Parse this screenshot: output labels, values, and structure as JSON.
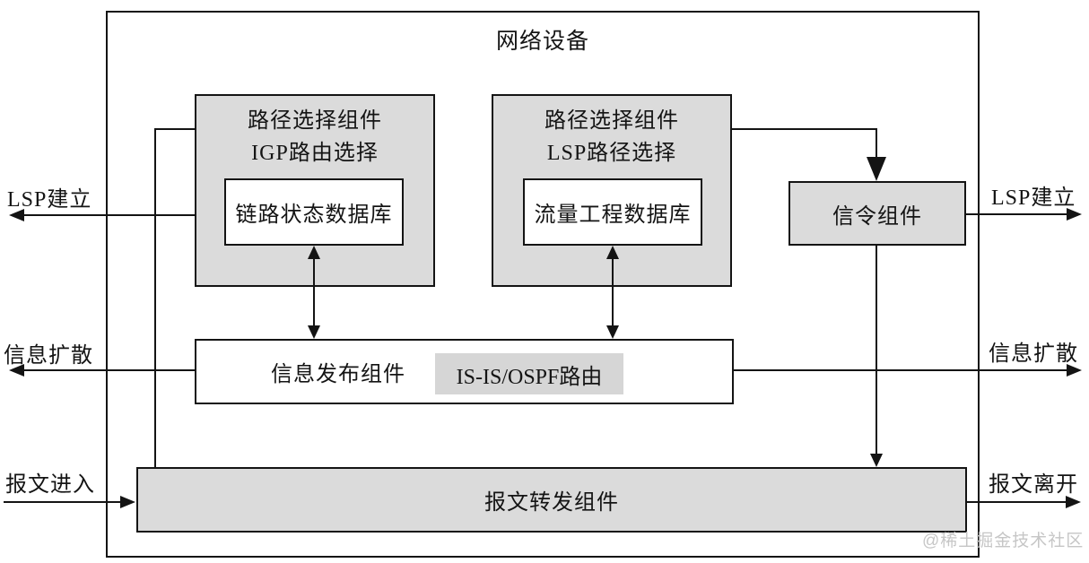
{
  "title": "网络设备",
  "boxes": {
    "igp": {
      "line1": "路径选择组件",
      "line2": "IGP路由选择",
      "db": "链路状态数据库"
    },
    "lsp": {
      "line1": "路径选择组件",
      "line2": "LSP路径选择",
      "db": "流量工程数据库"
    },
    "signaling": {
      "label": "信令组件"
    },
    "distribution": {
      "label": "信息发布组件",
      "tag": "IS-IS/OSPF路由"
    },
    "forwarding": {
      "label": "报文转发组件"
    }
  },
  "edges": {
    "lsp_setup_left": "LSP建立",
    "lsp_setup_right": "LSP建立",
    "info_flood_left": "信息扩散",
    "info_flood_right": "信息扩散",
    "packet_in": "报文进入",
    "packet_out": "报文离开"
  },
  "watermark": "@稀土掘金技术社区",
  "colors": {
    "box_fill": "#dbdbdb",
    "tag_fill": "#d6d6d6",
    "line": "#141414",
    "watermark": "#c6c6c6"
  }
}
